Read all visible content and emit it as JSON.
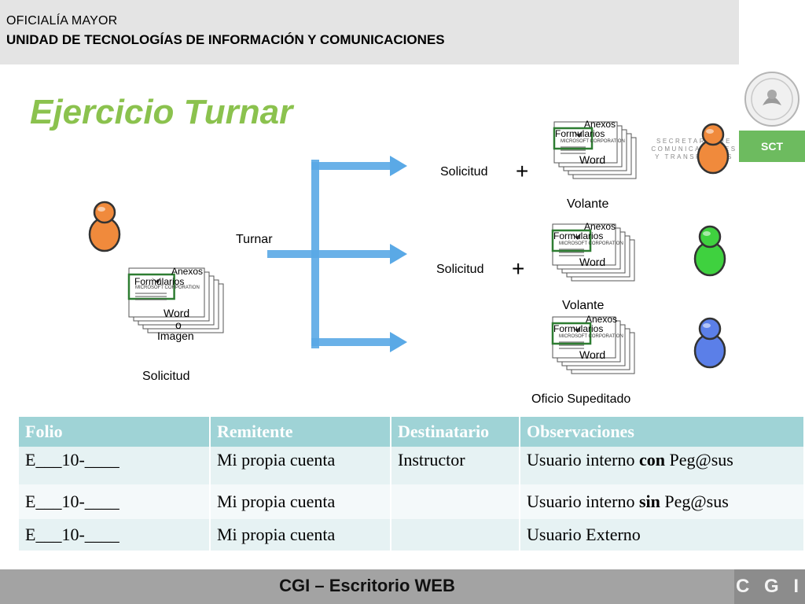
{
  "header": {
    "line1": "OFICIALÍA  MAYOR",
    "line2": "UNIDAD DE TECNOLOGÍAS DE INFORMACIÓN Y COMUNICACIONES"
  },
  "logo": {
    "sct": "SCT",
    "secretaria_lines": [
      "SECRETARÍA DE",
      "COMUNICACIONES",
      "Y TRANSPORTES"
    ]
  },
  "title": "Ejercicio Turnar",
  "diagram": {
    "turnar_label": "Turnar",
    "source_doc": {
      "anexos": "Anexos",
      "formularios": "Formularios",
      "word": "Word",
      "o": "o",
      "imagen": "Imagen",
      "caption": "Solicitud",
      "ms_label": "MICROSOFT CORPORATION"
    },
    "targets": [
      {
        "doc_label": "Solicitud",
        "plus": "+",
        "anexos": "Anexos",
        "formularios": "Formularios",
        "word": "Word",
        "ms_label": "MICROSOFT CORPORATION",
        "caption": "Volante",
        "person_color": "#f08a3c"
      },
      {
        "doc_label": "Solicitud",
        "plus": "+",
        "anexos": "Anexos",
        "formularios": "Formularios",
        "word": "Word",
        "ms_label": "MICROSOFT CORPORATION",
        "caption": "Volante",
        "person_color": "#3fd13f"
      },
      {
        "doc_label": "",
        "plus": "",
        "anexos": "Anexos",
        "formularios": "Formularios",
        "word": "Word",
        "ms_label": "MICROSOFT CORPORATION",
        "caption": "Oficio Supeditado",
        "person_color": "#5b7fe8"
      }
    ],
    "source_person_color": "#f08a3c",
    "arrow_color": "#5aa9e6"
  },
  "table": {
    "headers": [
      "Folio",
      "Remitente",
      "Destinatario",
      "Observaciones"
    ],
    "rows": [
      {
        "folio": "E___10-____",
        "remitente": "Mi propia cuenta",
        "destinatario": "Instructor",
        "obs_pre": "Usuario interno ",
        "obs_bold": "con",
        "obs_post": " Peg@sus"
      },
      {
        "folio": "E___10-____",
        "remitente": "Mi propia cuenta",
        "destinatario": "",
        "obs_pre": "Usuario interno ",
        "obs_bold": "sin",
        "obs_post": " Peg@sus"
      },
      {
        "folio": "E___10-____",
        "remitente": "Mi propia cuenta",
        "destinatario": "",
        "obs_pre": "Usuario Externo",
        "obs_bold": "",
        "obs_post": ""
      }
    ]
  },
  "footer": {
    "title": "CGI – Escritorio WEB",
    "brand": "C G I"
  }
}
